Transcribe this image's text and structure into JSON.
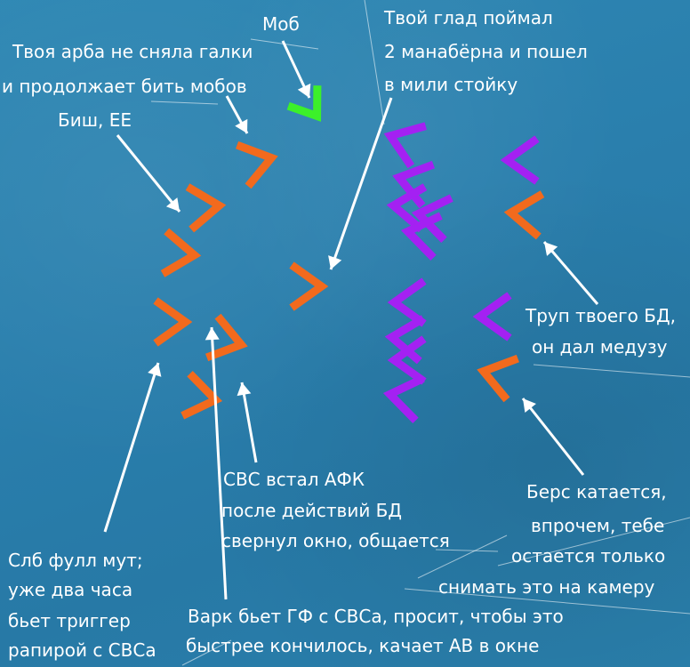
{
  "colors": {
    "orange": "#f26a1d",
    "purple": "#a421f2",
    "green": "#3cf02a",
    "arrow": "#ffffff"
  },
  "labels": {
    "mob": "Моб",
    "arba_1": "Твоя арба не сняла галки",
    "arba_2": "и продолжает бить мобов",
    "bish": "Биш, ЕЕ",
    "glad_1": "Твой глад поймал",
    "glad_2": "2 манабёрна и пошел",
    "glad_3": "в мили стойку",
    "bd_1": "Труп твоего БД,",
    "bd_2": "он дал медузу",
    "svs_1": "СВС встал АФК",
    "svs_2": "после действий БД",
    "svs_3": "свернул окно, общается",
    "bers_1": "Берс катается,",
    "bers_2": "впрочем, тебе",
    "bers_3": "остается только",
    "bers_4": "снимать это на камеру",
    "slb_1": "Слб фулл мут;",
    "slb_2": "уже два часа",
    "slb_3": "бьет триггер",
    "slb_4": "рапирой с СВСа",
    "vark_1": "Варк бьет ГФ с СВСа, просит, чтобы это",
    "vark_2": "быстрее кончилось, качает АВ в окне"
  }
}
